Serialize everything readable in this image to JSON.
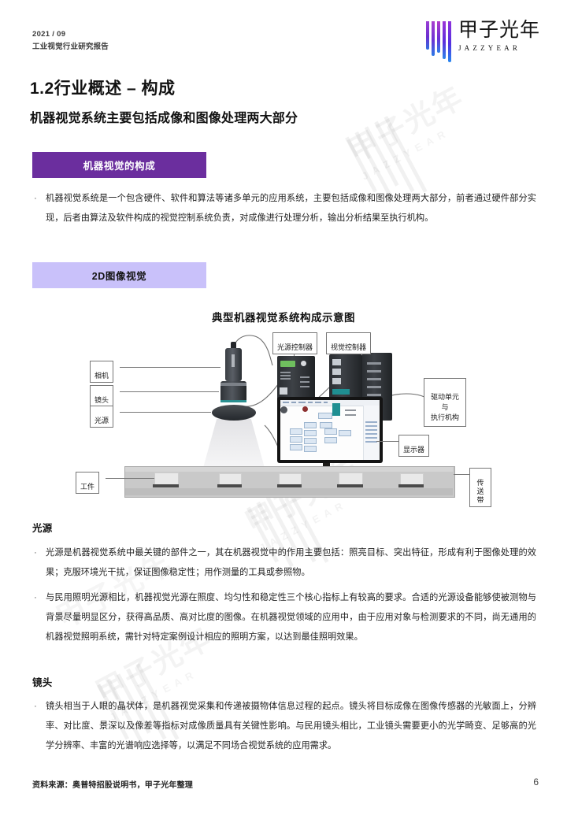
{
  "header": {
    "date": "2021 / 09",
    "report_subtitle": "工业视觉行业研究报告",
    "logo_cn": "甲子光年",
    "logo_en": "JAZZYEAR"
  },
  "title": {
    "heading": "1.2行业概述 – 构成",
    "subheading": "机器视觉系统主要包括成像和图像处理两大部分"
  },
  "banners": {
    "primary": "机器视觉的构成",
    "secondary": "2D图像视觉"
  },
  "intro_bullet": "机器视觉系统是一个包含硬件、软件和算法等诸多单元的应用系统，主要包括成像和图像处理两大部分，前者通过硬件部分实现，后者由算法及软件构成的视觉控制系统负责，对成像进行处理分析，输出分析结果至执行机构。",
  "diagram": {
    "title": "典型机器视觉系统构成示意图",
    "labels": {
      "camera": "相机",
      "lens": "镜头",
      "light_source": "光源",
      "light_controller": "光源控制器",
      "vision_controller": "视觉控制器",
      "drive_unit": "驱动单元\n与\n执行机构",
      "display": "显示器",
      "workpiece": "工件",
      "conveyor": "传送带"
    }
  },
  "sections": [
    {
      "heading": "光源",
      "bullets": [
        "光源是机器视觉系统中最关键的部件之一，其在机器视觉中的作用主要包括：照亮目标、突出特征，形成有利于图像处理的效果；克服环境光干扰，保证图像稳定性；用作测量的工具或参照物。",
        "与民用照明光源相比，机器视觉光源在照度、均匀性和稳定性三个核心指标上有较高的要求。合适的光源设备能够使被测物与背景尽量明显区分，获得高品质、高对比度的图像。在机器视觉领域的应用中，由于应用对象与检测要求的不同，尚无通用的机器视觉照明系统，需针对特定案例设计相应的照明方案，以达到最佳照明效果。"
      ]
    },
    {
      "heading": "镜头",
      "bullets": [
        "镜头相当于人眼的晶状体，是机器视觉采集和传递被摄物体信息过程的起点。镜头将目标成像在图像传感器的光敏面上，分辨率、对比度、景深以及像差等指标对成像质量具有关键性影响。与民用镜头相比，工业镜头需要更小的光学畸变、足够高的光学分辨率、丰富的光谱响应选择等，以满足不同场合视觉系统的应用需求。"
      ]
    }
  ],
  "footer": {
    "source": "资料来源：奥普特招股说明书，甲子光年整理",
    "page_number": "6"
  },
  "colors": {
    "banner_primary_bg": "#6B2E9E",
    "banner_secondary_bg": "#C9C1FA",
    "text": "#1a1a1a"
  }
}
